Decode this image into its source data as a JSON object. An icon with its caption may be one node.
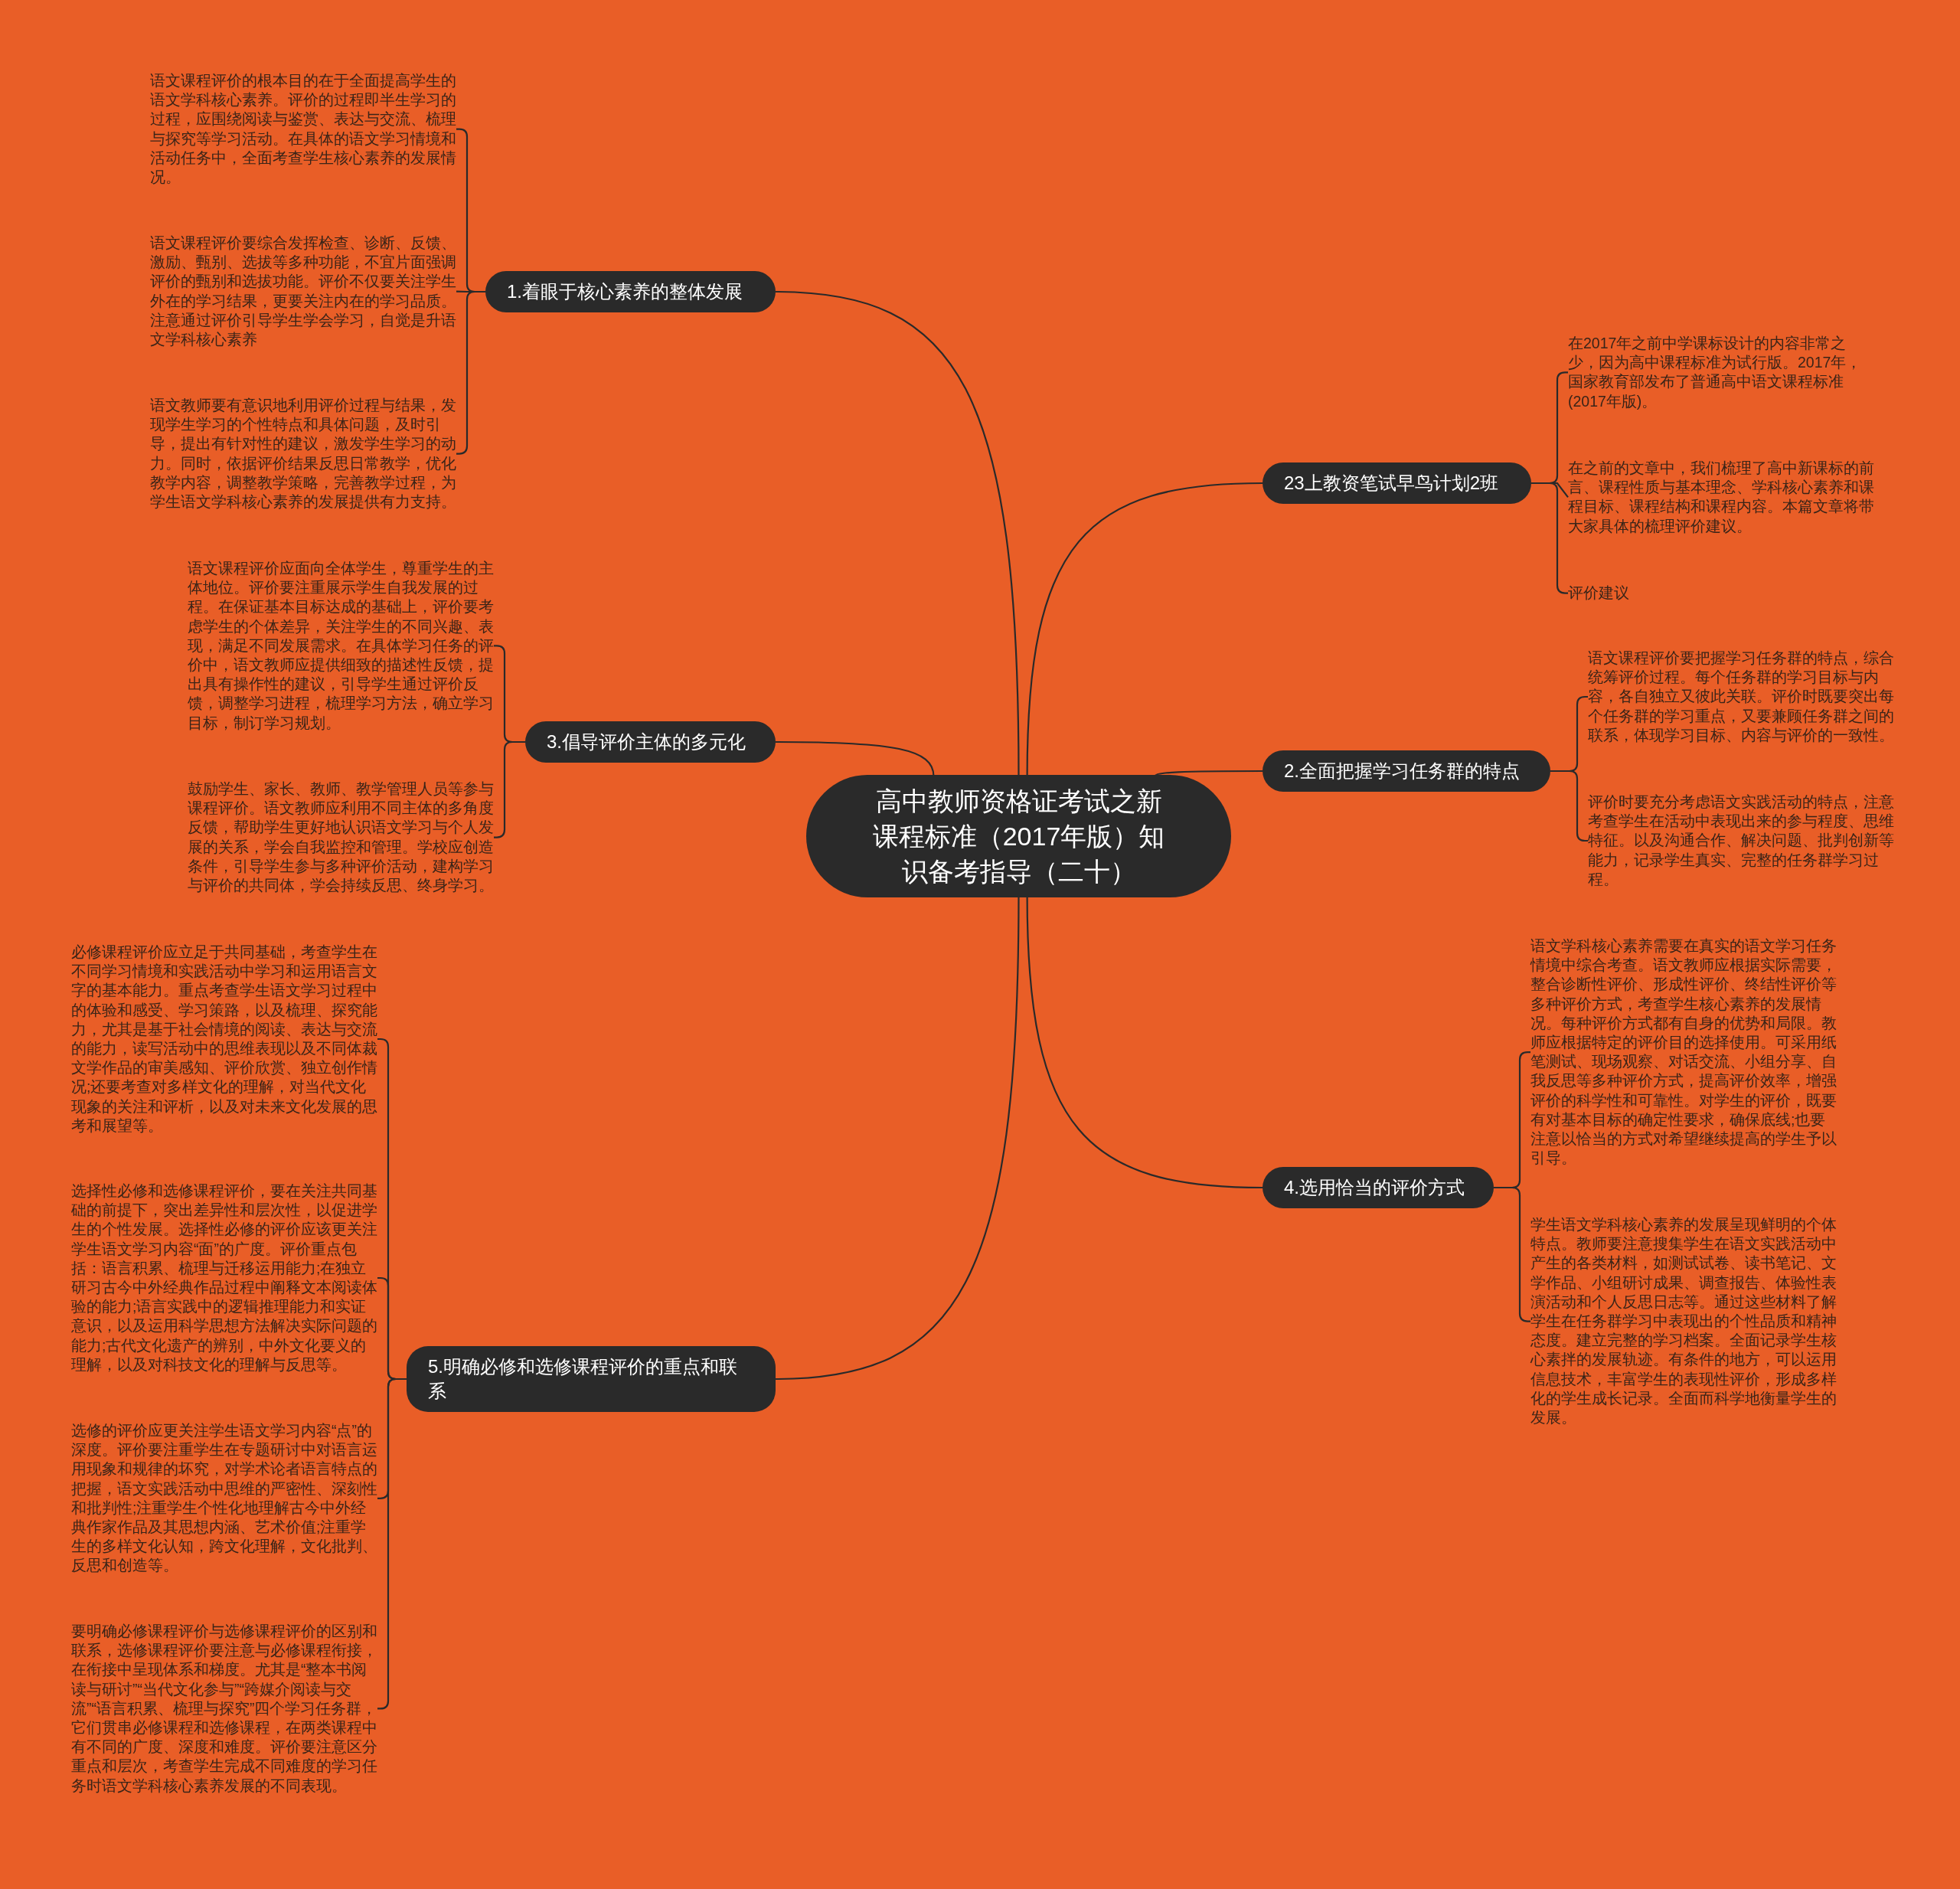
{
  "diagram": {
    "nodes": [
      {
        "text": [
          "高中教师资格证考试之新课程标准（2017年版）知识备考指导（二十）"
        ]
      },
      {
        "text": [
          "1.着眼于核心素养的整体发展"
        ]
      },
      {
        "text": [
          "语文课程评价的根本目的在于全面提高学生的语文学科核心素养。评价的过程即半生学习的过程，应围绕阅读与鉴赏、表达与交流、梳理与探究等学习活动。在具体的语文学习情境和活动任务中，全面考查学生核心素养的发展情况。"
        ]
      },
      {
        "text": [
          "语文课程评价要综合发挥检查、诊断、反馈、激励、甄别、选拔等多种功能，不宜片面强调评价的甄别和选拔功能。评价不仅要关注学生外在的学习结果，更要关注内在的学习品质。注意通过评价引导学生学会学习，自觉是升语文学科核心素养"
        ]
      },
      {
        "text": [
          "语文教师要有意识地利用评价过程与结果，发现学生学习的个性特点和具体问题，及时引导，提出有针对性的建议，激发学生学习的动力。同时，依据评价结果反思日常教学，优化教学内容，调整教学策略，完善教学过程，为学生语文学科核心素养的发展提供有力支持。"
        ]
      },
      {
        "text": [
          "23上教资笔试早鸟计划2班"
        ]
      },
      {
        "text": [
          "在2017年之前中学课标设计的内容非常之少，因为高中课程标准为试行版。2017年，国家教育部发布了普通高中语文课程标准(2017年版)。"
        ]
      },
      {
        "text": [
          "在之前的文章中，我们梳理了高中新课标的前言、课程性质与基本理念、学科核心素养和课程目标、课程结构和课程内容。本篇文章将带大家具体的梳理评价建议。"
        ]
      },
      {
        "text": [
          "评价建议"
        ]
      },
      {
        "text": [
          "2.全面把握学习任务群的特点"
        ]
      },
      {
        "text": [
          "语文课程评价要把握学习任务群的特点，综合统筹评价过程。每个任务群的学习目标与内容，各自独立又彼此关联。评价时既要突出每个任务群的学习重点，又要兼顾任务群之间的联系，体现学习目标、内容与评价的一致性。"
        ]
      },
      {
        "text": [
          "评价时要充分考虑语文实践活动的特点，注意考查学生在活动中表现出来的参与程度、思维特征。以及沟通合作、解决问题、批判创新等能力，记录学生真实、完整的任务群学习过程。"
        ]
      },
      {
        "text": [
          "3.倡导评价主体的多元化"
        ]
      },
      {
        "text": [
          "语文课程评价应面向全体学生，尊重学生的主体地位。评价要注重展示学生自我发展的过程。在保证基本目标达成的基础上，评价要考虑学生的个体差异，关注学生的不同兴趣、表现，满足不同发展需求。在具体学习任务的评价中，语文教师应提供细致的描述性反馈，提出具有操作性的建议，引导学生通过评价反馈，调整学习进程，梳理学习方法，确立学习目标，制订学习规划。"
        ]
      },
      {
        "text": [
          "鼓励学生、家长、教师、教学管理人员等参与课程评价。语文教师应利用不同主体的多角度反馈，帮助学生更好地认识语文学习与个人发展的关系，学会自我监控和管理。学校应创造条件，引导学生参与多种评价活动，建构学习与评价的共同体，学会持续反思、终身学习。"
        ]
      },
      {
        "text": [
          "4.选用恰当的评价方式"
        ]
      },
      {
        "text": [
          "语文学科核心素养需要在真实的语文学习任务情境中综合考查。语文教师应根据实际需要，整合诊断性评价、形成性评价、终结性评价等多种评价方式，考查学生核心素养的发展情况。每种评价方式都有自身的优势和局限。教师应根据特定的评价目的选择使用。可采用纸笔测试、现场观察、对话交流、小组分享、自我反思等多种评价方式，提高评价效率，增强评价的科学性和可靠性。对学生的评价，既要有对基本目标的确定性要求，确保底线;也要注意以恰当的方式对希望继续提高的学生予以引导。"
        ]
      },
      {
        "text": [
          "学生语文学科核心素养的发展呈现鲜明的个体特点。教师要注意搜集学生在语文实践活动中产生的各类材料，如测试试卷、读书笔记、文学作品、小组研讨成果、调查报告、体验性表演活动和个人反思日志等。通过这些材料了解学生在任务群学习中表现出的个性品质和精神态度。建立完整的学习档案。全面记录学生核心素拌的发展轨迹。有条件的地方，可以运用信息技术，丰富学生的表现性评价，形成多样化的学生成长记录。全面而科学地衡量学生的发展。"
        ]
      },
      {
        "text": [
          "5.明确必修和选修课程评价的重点和联系"
        ]
      },
      {
        "text": [
          "必修课程评价应立足于共同基础，考查学生在不同学习情境和实践活动中学习和运用语言文字的基本能力。重点考查学生语文学习过程中的体验和感受、学习策路，以及梳理、探究能力，尤其是基于社会情境的阅读、表达与交流的能力，读写活动中的思维表现以及不同体裁文学作品的审美感知、评价欣赏、独立创作情况;还要考查对多样文化的理解，对当代文化现象的关注和评析，以及对未来文化发展的思考和展望等。"
        ]
      },
      {
        "text": [
          "选择性必修和选修课程评价，要在关注共同基础的前提下，突出差异性和层次性，以促进学生的个性发展。选择性必修的评价应该更关注学生语文学习内容“面”的广度。评价重点包括：语言积累、梳理与迁移运用能力;在独立研习古今中外经典作品过程中阐释文本阅读体验的能力;语言实践中的逻辑推理能力和实证意识，以及运用科学思想方法解决实际问题的能力;古代文化遗产的辨别，中外文化要义的理解，以及对科技文化的理解与反思等。"
        ]
      },
      {
        "text": [
          "选修的评价应更关注学生语文学习内容“点”的深度。评价要注重学生在专题研讨中对语言运用现象和规律的坏究，对学术论者语言特点的把握，语文实践活动中思维的严密性、深刻性和批判性;注重学生个性化地理解古今中外经典作家作品及其思想内涵、艺术价值;注重学生的多样文化认知，跨文化理解，文化批判、反思和创造等。"
        ]
      },
      {
        "text": [
          "要明确必修课程评价与选修课程评价的区别和联系，选修课程评价要注意与必修课程衔接，在衔接中呈现体系和梯度。尤其是“整本书阅读与研讨”“当代文化参与”“跨媒介阅读与交流”“语言积累、梳理与探究”四个学习任务群，它们贯串必修课程和选修课程，在两类课程中有不同的广度、深度和难度。评价要注意区分重点和层次，考查学生完成不同难度的学习任务时语文学科核心素养发展的不同表现。"
        ]
      }
    ],
    "edges": [
      {
        "from": 0,
        "to": 1,
        "arrow": "none"
      },
      {
        "from": 1,
        "to": 2,
        "arrow": "none"
      },
      {
        "from": 1,
        "to": 3,
        "arrow": "none"
      },
      {
        "from": 1,
        "to": 4,
        "arrow": "none"
      },
      {
        "from": 0,
        "to": 5,
        "arrow": "none"
      },
      {
        "from": 5,
        "to": 6,
        "arrow": "none"
      },
      {
        "from": 5,
        "to": 7,
        "arrow": "none"
      },
      {
        "from": 5,
        "to": 8,
        "arrow": "none"
      },
      {
        "from": 0,
        "to": 9,
        "arrow": "none"
      },
      {
        "from": 9,
        "to": 10,
        "arrow": "none"
      },
      {
        "from": 9,
        "to": 11,
        "arrow": "none"
      },
      {
        "from": 0,
        "to": 12,
        "arrow": "none"
      },
      {
        "from": 12,
        "to": 13,
        "arrow": "none"
      },
      {
        "from": 12,
        "to": 14,
        "arrow": "none"
      },
      {
        "from": 0,
        "to": 15,
        "arrow": "none"
      },
      {
        "from": 15,
        "to": 16,
        "arrow": "none"
      },
      {
        "from": 15,
        "to": 17,
        "arrow": "none"
      },
      {
        "from": 0,
        "to": 18,
        "arrow": "none"
      },
      {
        "from": 18,
        "to": 19,
        "arrow": "none"
      },
      {
        "from": 18,
        "to": 20,
        "arrow": "none"
      },
      {
        "from": 18,
        "to": 21,
        "arrow": "none"
      },
      {
        "from": 18,
        "to": 22,
        "arrow": "none"
      }
    ]
  }
}
